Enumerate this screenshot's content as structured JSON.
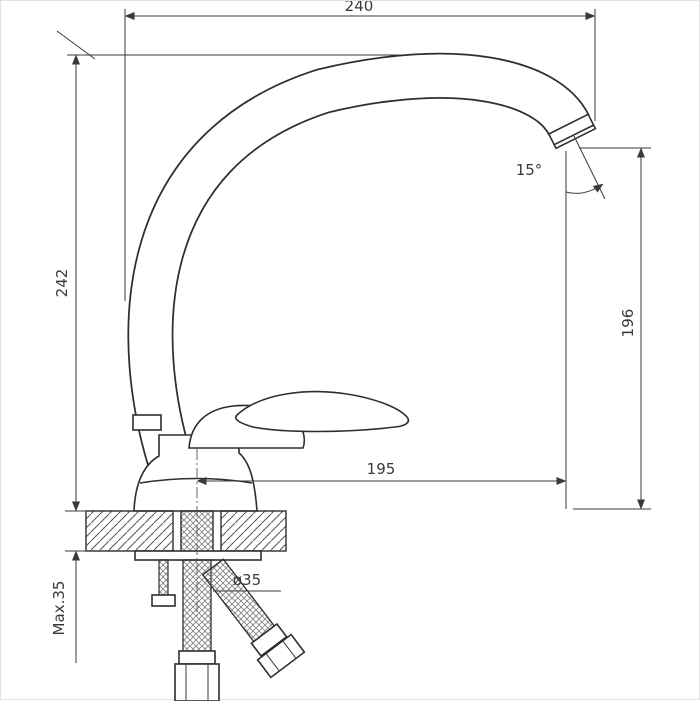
{
  "drawing": {
    "labels": {
      "overall_width": "240",
      "overall_height": "242",
      "outlet_height": "196",
      "spout_reach": "195",
      "outlet_angle": "15°",
      "mounting_hole": "ø35",
      "max_thickness": "Max.35"
    },
    "colors": {
      "line": "#2e2e2e",
      "dimension": "#3a3a3a",
      "hatch": "#555555",
      "braid": "#808080",
      "background": "#ffffff"
    }
  }
}
